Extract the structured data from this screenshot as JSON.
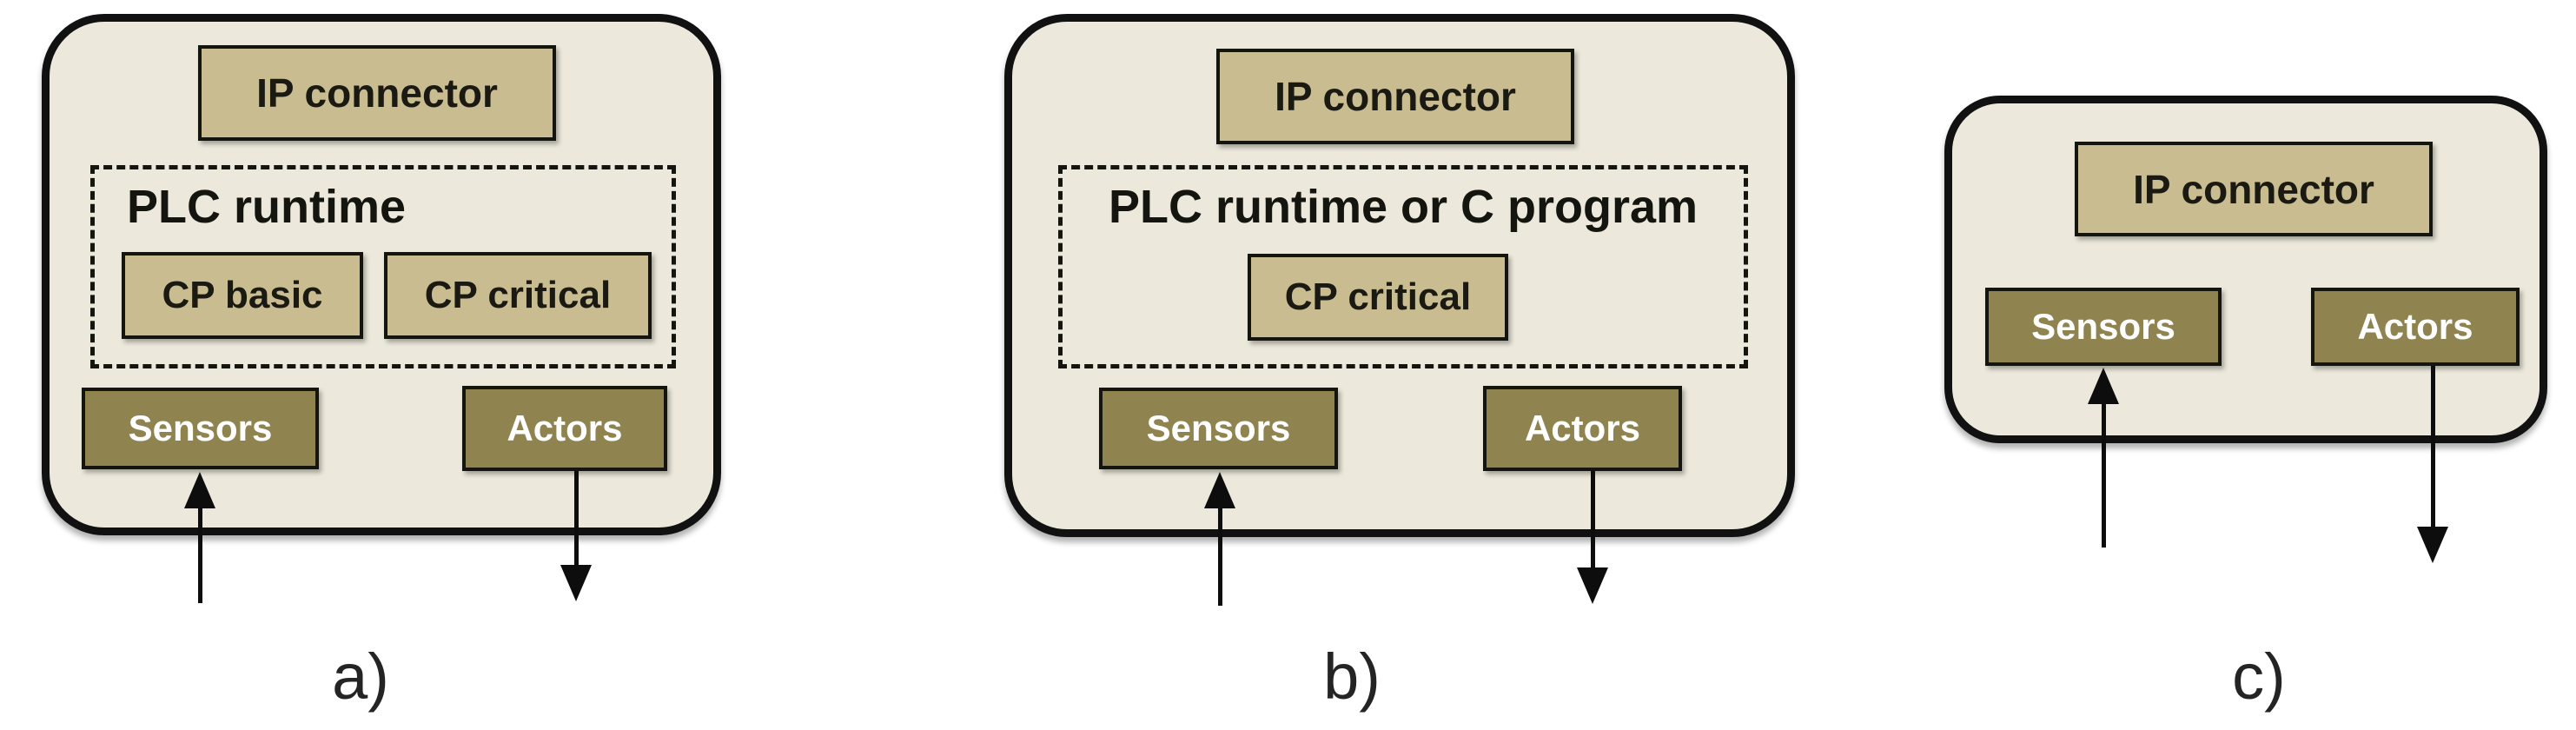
{
  "diagrams": {
    "a": {
      "caption": "a)",
      "ip_connector": "IP connector",
      "runtime_label": "PLC runtime",
      "cp_basic": "CP basic",
      "cp_critical": "CP critical",
      "sensors": "Sensors",
      "actors": "Actors"
    },
    "b": {
      "caption": "b)",
      "ip_connector": "IP connector",
      "runtime_label": "PLC runtime or C program",
      "cp_critical": "CP critical",
      "sensors": "Sensors",
      "actors": "Actors"
    },
    "c": {
      "caption": "c)",
      "ip_connector": "IP connector",
      "sensors": "Sensors",
      "actors": "Actors"
    }
  },
  "icons": {
    "sensor_input": "up-arrow",
    "actor_output": "down-arrow"
  },
  "colors": {
    "container_fill": "#ece9dc",
    "module_fill": "#c9bc90",
    "module_text": "#1a1a12",
    "io_fill": "#8f8450",
    "io_text": "#ffffff",
    "outline": "#111111"
  }
}
